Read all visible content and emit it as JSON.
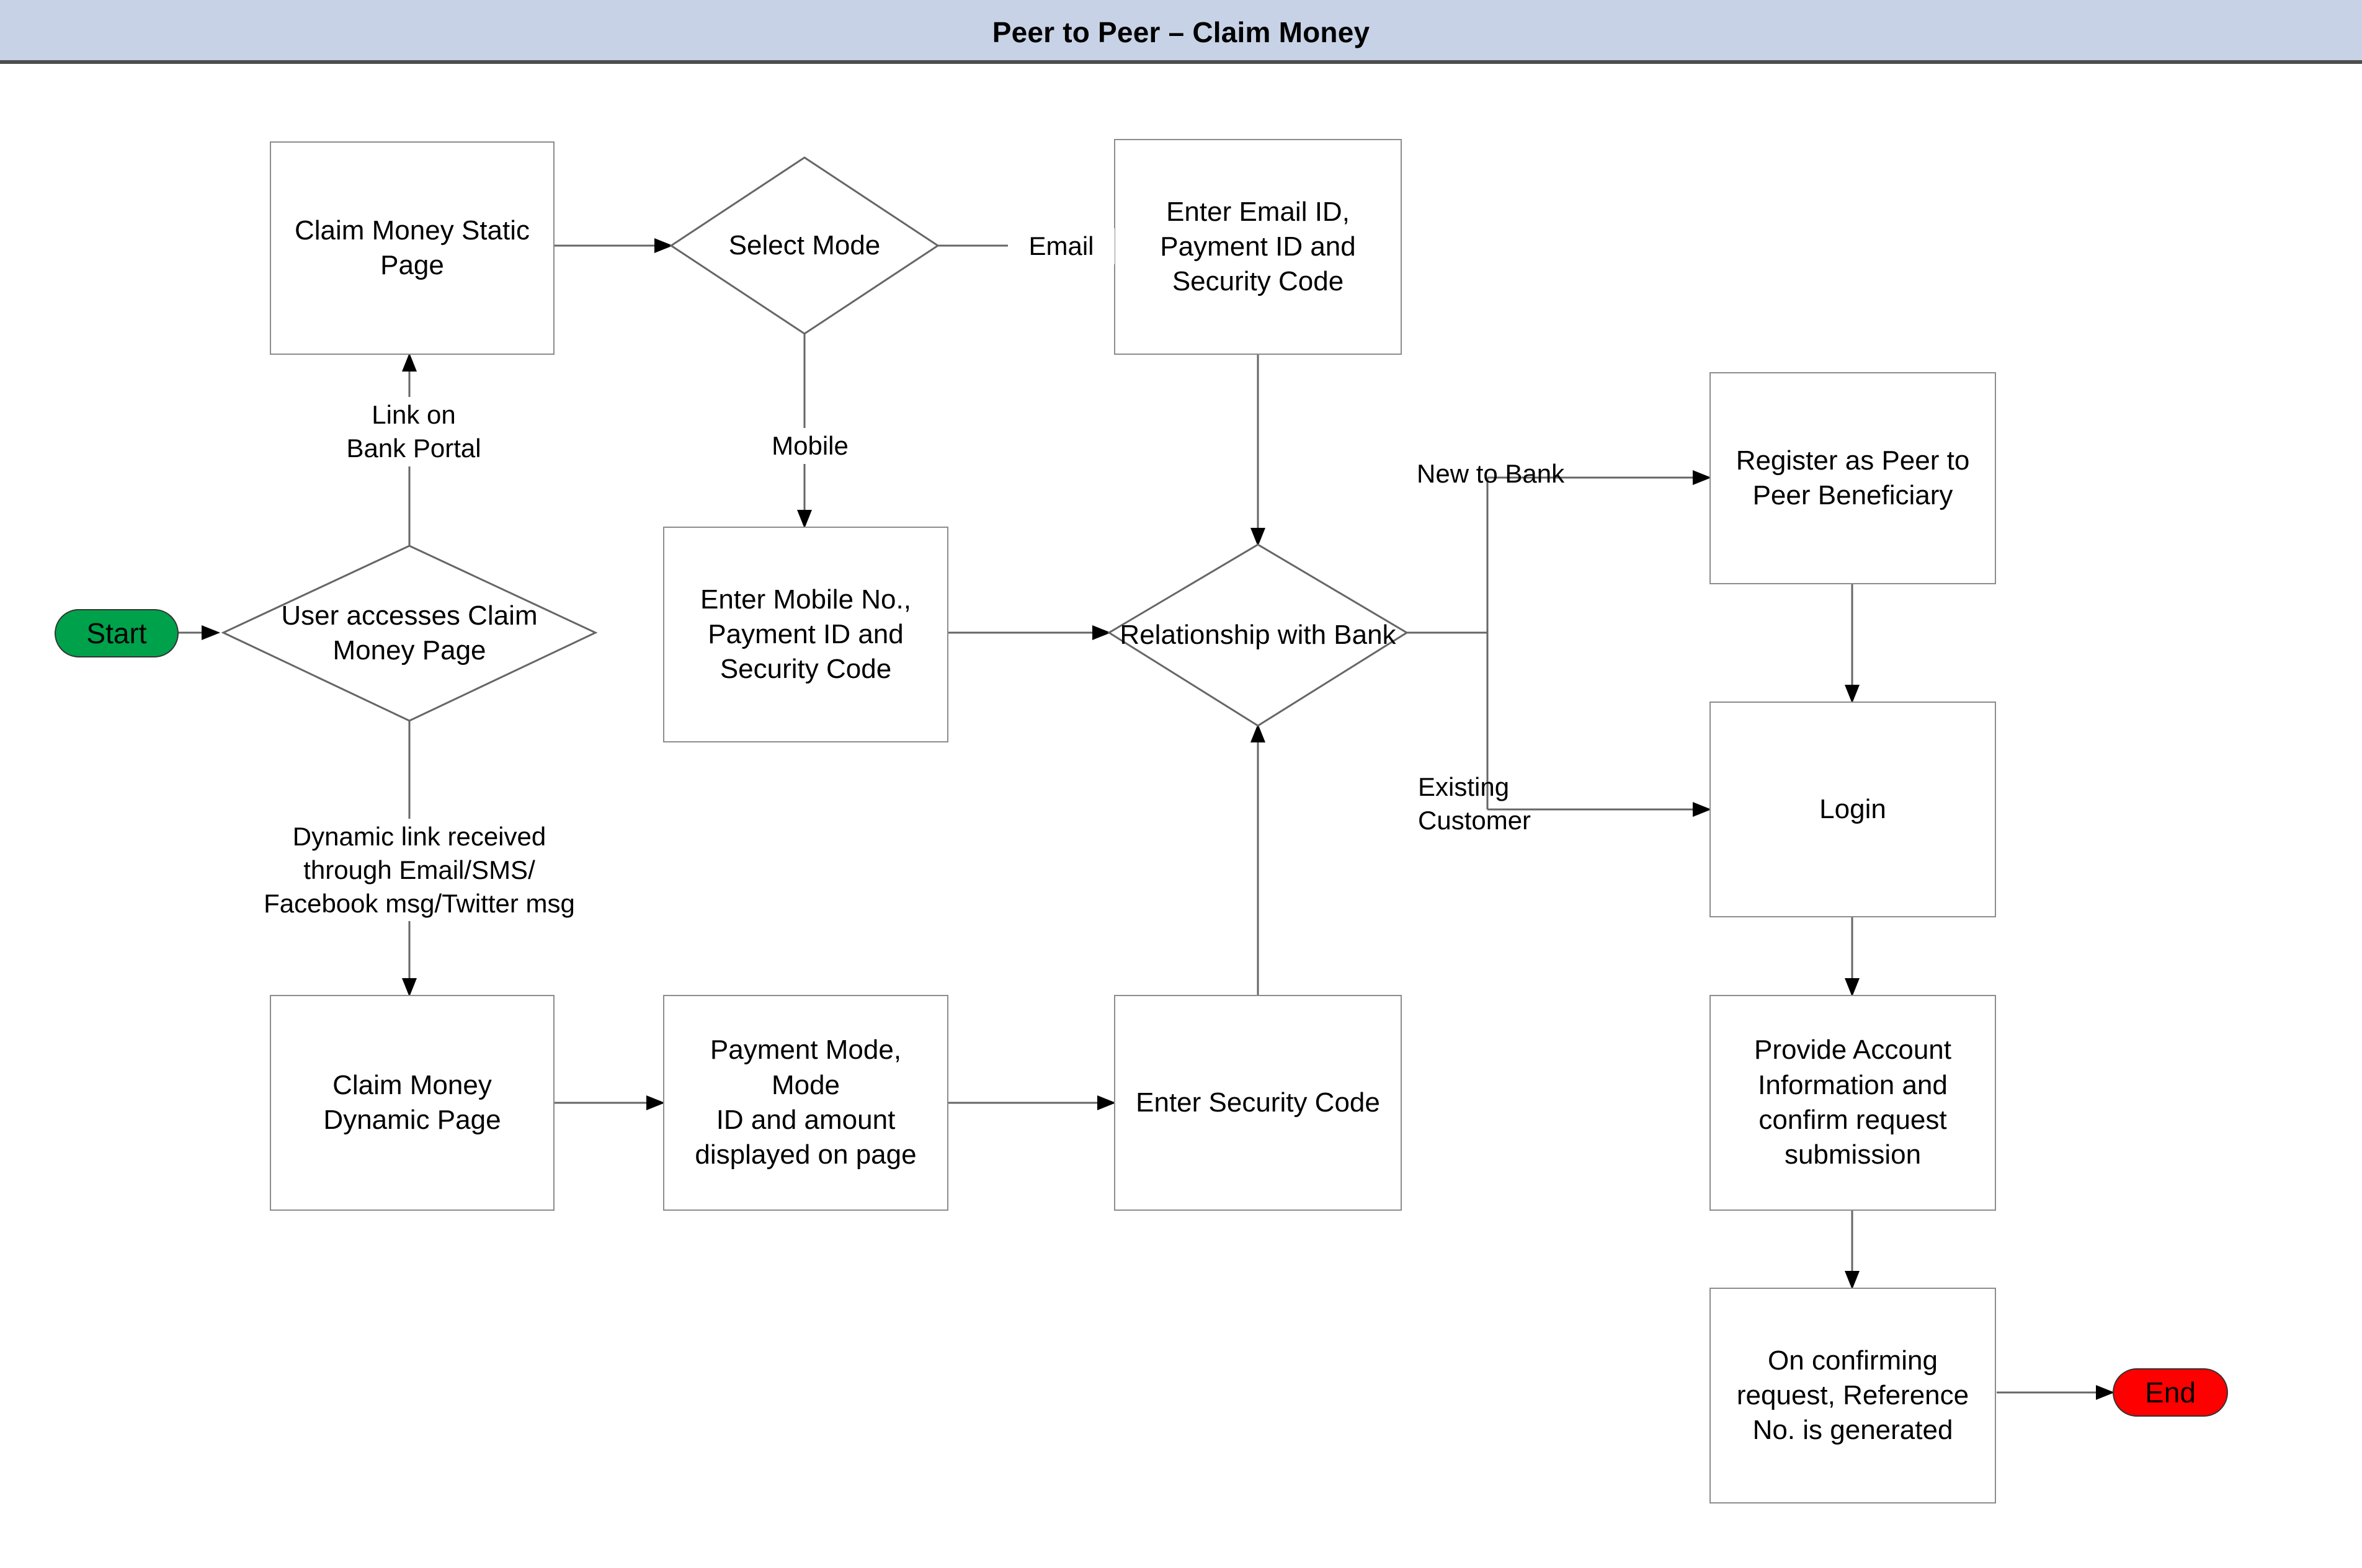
{
  "header": {
    "title": "Peer to Peer – Claim Money",
    "bar_color": "#c7d2e6"
  },
  "diagram": {
    "type": "flowchart",
    "terminators": [
      {
        "id": "start",
        "label": "Start",
        "color": "#00a14b"
      },
      {
        "id": "end",
        "label": "End",
        "color": "#ff0000"
      }
    ],
    "decisions": [
      {
        "id": "user-accesses",
        "label": "User accesses Claim\nMoney Page"
      },
      {
        "id": "select-mode",
        "label": "Select Mode"
      },
      {
        "id": "relationship-with-bank",
        "label": "Relationship with Bank"
      }
    ],
    "processes": [
      {
        "id": "claim-money-static-page",
        "label": "Claim Money Static\nPage"
      },
      {
        "id": "claim-money-dynamic-page",
        "label": "Claim Money\nDynamic Page"
      },
      {
        "id": "enter-email-id",
        "label": "Enter Email ID,\nPayment ID and\nSecurity Code"
      },
      {
        "id": "enter-mobile-no",
        "label": "Enter Mobile No.,\nPayment ID and\nSecurity Code"
      },
      {
        "id": "payment-mode",
        "label": "Payment Mode, Mode\nID and amount\ndisplayed on page"
      },
      {
        "id": "enter-security-code",
        "label": "Enter Security Code"
      },
      {
        "id": "register-beneficiary",
        "label": "Register as Peer to\nPeer Beneficiary"
      },
      {
        "id": "login",
        "label": "Login"
      },
      {
        "id": "provide-account-info",
        "label": "Provide Account\nInformation and\nconfirm request\nsubmission"
      },
      {
        "id": "reference-generated",
        "label": "On confirming\nrequest, Reference\nNo. is generated"
      }
    ],
    "edge_labels": [
      {
        "id": "link-on-bank-portal",
        "label": "Link on\nBank Portal"
      },
      {
        "id": "dynamic-link-received",
        "label": "Dynamic link received\nthrough Email/SMS/\nFacebook msg/Twitter msg"
      },
      {
        "id": "email",
        "label": "Email"
      },
      {
        "id": "mobile",
        "label": "Mobile"
      },
      {
        "id": "new-to-bank",
        "label": "New to Bank"
      },
      {
        "id": "existing-customer",
        "label": "Existing\nCustomer"
      }
    ]
  }
}
